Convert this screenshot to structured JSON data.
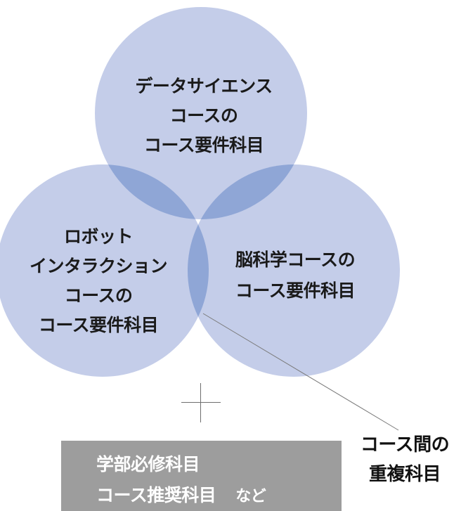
{
  "colors": {
    "circle_fill": "#c4cde9",
    "overlap_fill": "#8fa6d6",
    "center_fill": "#8ca3d4",
    "box_fill": "#9d9d9d",
    "leader_line": "#7a7a7a"
  },
  "circles": {
    "data_science": {
      "lines": [
        "データサイエンス",
        "コースの",
        "コース要件科目"
      ]
    },
    "robot_interaction": {
      "lines": [
        "ロボット",
        "インタラクション",
        "コースの",
        "コース要件科目"
      ]
    },
    "brain_science": {
      "lines": [
        "脳科学コースの",
        "コース要件科目"
      ]
    }
  },
  "overlap_callout": {
    "lines": [
      "コース間の",
      "重複科目"
    ]
  },
  "extra_box": {
    "line1": "学部必修科目",
    "line2": "コース推奨科目",
    "line2_suffix": "など"
  }
}
